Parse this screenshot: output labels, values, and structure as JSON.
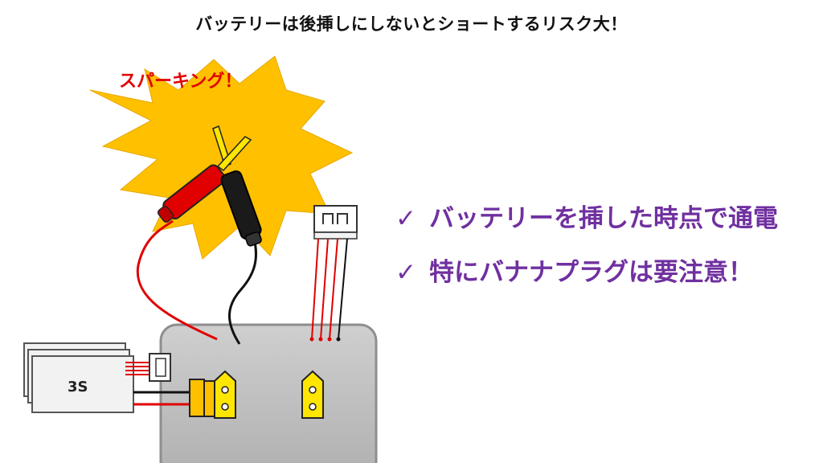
{
  "title": "バッテリーは後挿しにしないとショートするリスク大！",
  "spark_label": "スパーキング！",
  "battery_label": "3S",
  "check_symbol": "✓",
  "bullets": [
    "バッテリーを挿した時点で通電",
    "特にバナナプラグは要注意！"
  ],
  "colors": {
    "bullet_text": "#7030A0",
    "spark_text": "#E00000",
    "explosion_fill": "#FFC000",
    "board_fill": "#BFBFBF",
    "pad_fill": "#FFE600",
    "red_wire": "#E00000",
    "black_wire": "#111111"
  }
}
